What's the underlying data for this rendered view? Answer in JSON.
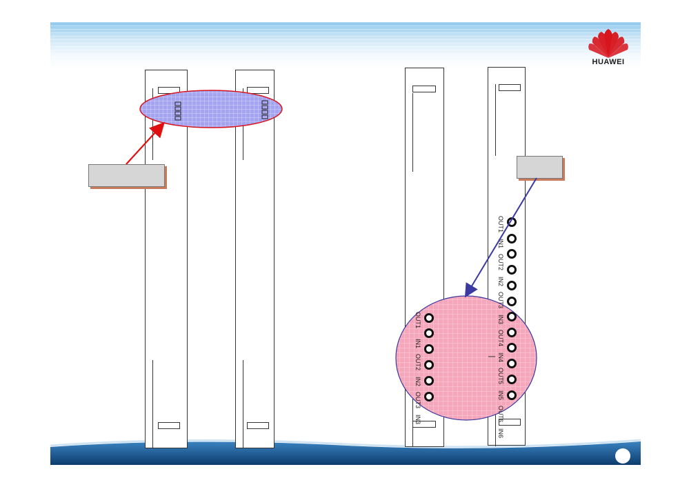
{
  "header": {
    "logo_text": "HUAWEI"
  },
  "colors": {
    "brand_red": "#d8141c",
    "band_blue": "#1f5f9a",
    "highlight_blue": "#9a9aee",
    "highlight_pink": "#f5a3b8",
    "arrow_red": "#e01010",
    "arrow_blue": "#3a3aa0"
  },
  "boards": {
    "board3": {
      "port_labels": [
        "OUT1",
        "IN1",
        "OUT2",
        "IN2",
        "OUT3",
        "IN3"
      ]
    },
    "board4": {
      "port_labels": [
        "OUT1",
        "IN1",
        "OUT2",
        "IN2",
        "OUT3",
        "IN3",
        "OUT4",
        "IN4",
        "OUT5",
        "IN5",
        "OUT6",
        "IN6"
      ]
    }
  }
}
